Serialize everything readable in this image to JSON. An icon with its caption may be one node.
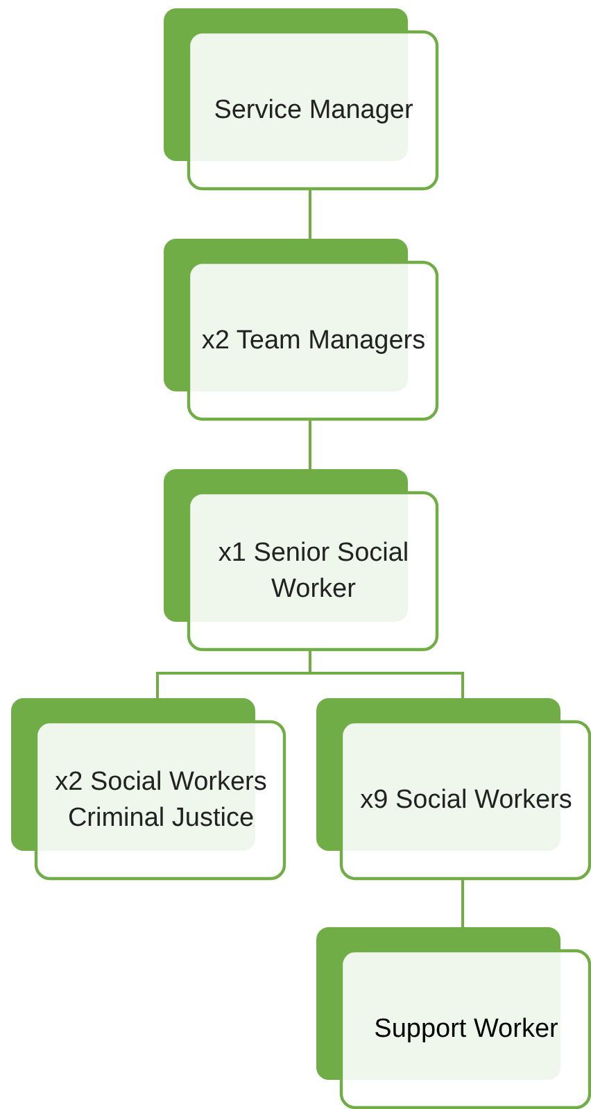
{
  "diagram": {
    "nodes": [
      {
        "text": [
          "Service Manager"
        ]
      },
      {
        "text": [
          "x2 Team Managers"
        ]
      },
      {
        "text": [
          "x1 Senior Social Worker"
        ]
      },
      {
        "text": [
          "x2 Social Workers Criminal Justice"
        ]
      },
      {
        "text": [
          "x9 Social Workers"
        ]
      },
      {
        "text": [
          "Support Worker"
        ]
      }
    ],
    "edges": [
      {
        "from": 0,
        "to": 1,
        "arrow": "none"
      },
      {
        "from": 1,
        "to": 2,
        "arrow": "none"
      },
      {
        "from": 2,
        "to": 3,
        "arrow": "none"
      },
      {
        "from": 2,
        "to": 4,
        "arrow": "none"
      },
      {
        "from": 4,
        "to": 5,
        "arrow": "none"
      }
    ]
  }
}
